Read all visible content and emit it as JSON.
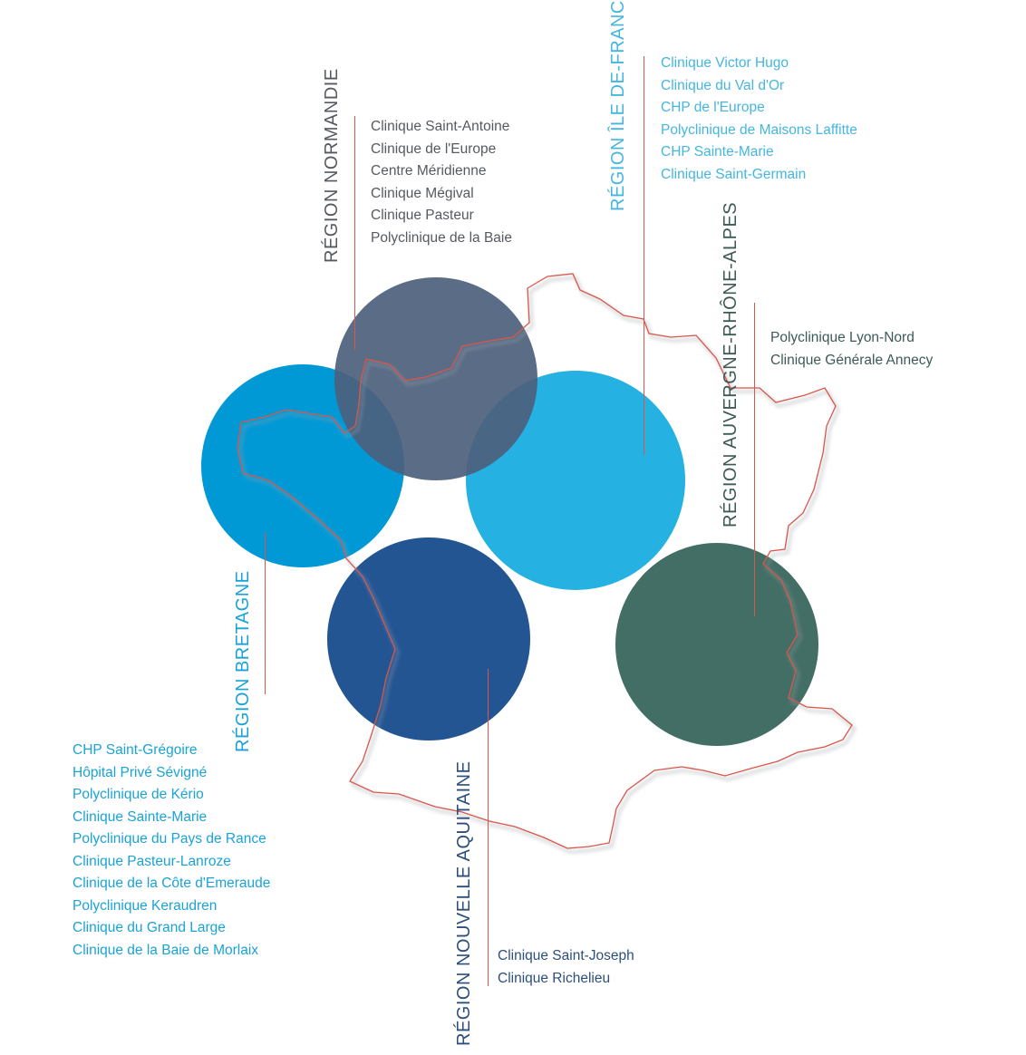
{
  "colors": {
    "border": "#d9574a",
    "normandie": "#4c5f7c",
    "idf": "#19ade0",
    "bretagne": "#0099d6",
    "aquitaine": "#1d4f8f",
    "auvergne": "#3f6b63",
    "text_dark": "#555a60",
    "text_light": "#45b6df",
    "text_bretagne": "#1aa3d6",
    "text_aquitaine": "#2c4f7c",
    "text_auvergne": "#3d5a55"
  },
  "regions": {
    "normandie": {
      "title": "RÉGION NORMANDIE",
      "clinics": [
        "Clinique Saint-Antoine",
        "Clinique de l'Europe",
        "Centre Méridienne",
        "Clinique Mégival",
        "Clinique Pasteur",
        "Polyclinique de la Baie"
      ]
    },
    "idf": {
      "title": "RÉGION ÎLE DE-FRANCE",
      "clinics": [
        "Clinique Victor Hugo",
        "Clinique du Val d'Or",
        "CHP de l'Europe",
        "Polyclinique de Maisons Laffitte",
        "CHP Sainte-Marie",
        "Clinique Saint-Germain"
      ]
    },
    "auvergne": {
      "title": "RÉGION AUVERGNE-RHÔNE-ALPES",
      "clinics": [
        "Polyclinique Lyon-Nord",
        "Clinique Générale Annecy"
      ]
    },
    "bretagne": {
      "title": "RÉGION BRETAGNE",
      "clinics": [
        "CHP Saint-Grégoire",
        "Hôpital Privé Sévigné",
        "Polyclinique de Kério",
        "Clinique Sainte-Marie",
        "Polyclinique du Pays de Rance",
        "Clinique Pasteur-Lanroze",
        "Clinique de la Côte d'Emeraude",
        "Polyclinique Keraudren",
        "Clinique du Grand Large",
        "Clinique de la Baie de Morlaix"
      ]
    },
    "aquitaine": {
      "title": "RÉGION NOUVELLE AQUITAINE",
      "clinics": [
        "Clinique Saint-Joseph",
        "Clinique Richelieu"
      ]
    }
  }
}
